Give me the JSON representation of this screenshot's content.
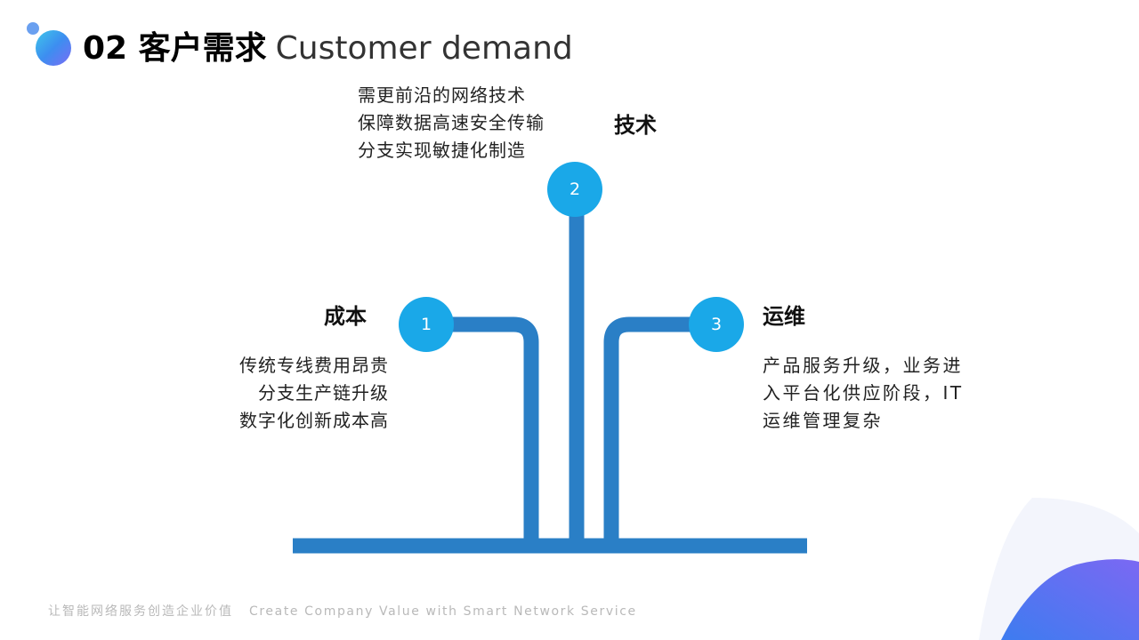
{
  "header": {
    "title_cn": "02 客户需求",
    "title_en": "Customer demand"
  },
  "items": [
    {
      "number": "1",
      "label": "成本",
      "lines": [
        "传统专线费用昂贵",
        "分支生产链升级",
        "数字化创新成本高"
      ]
    },
    {
      "number": "2",
      "label": "技术",
      "lines": [
        "需更前沿的网络技术",
        "保障数据高速安全传输",
        "分支实现敏捷化制造"
      ]
    },
    {
      "number": "3",
      "label": "运维",
      "lines": [
        "产品服务升级，业务进",
        "入平台化供应阶段，IT",
        "运维管理复杂"
      ]
    }
  ],
  "footer": {
    "slogan_cn": "让智能网络服务创造企业价值",
    "slogan_en": "Create Company Value with Smart Network Service"
  },
  "colors": {
    "line": "#2a7fc6",
    "node": "#1aa8e8",
    "accent_gradient": [
      "#3ec6ea",
      "#7a6cf5"
    ]
  }
}
